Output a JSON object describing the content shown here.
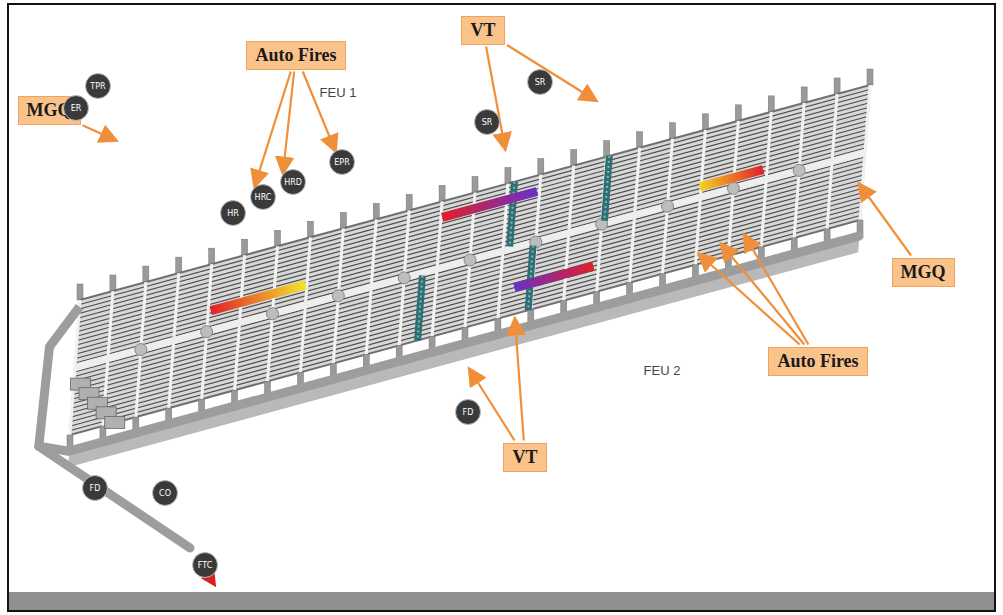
{
  "diagram": {
    "nodes": [
      {
        "text": [
          "VT"
        ]
      },
      {
        "text": [
          "Auto Fires"
        ]
      },
      {
        "text": [
          "MGQ"
        ]
      },
      {
        "text": [
          "MGQ"
        ]
      },
      {
        "text": [
          "Auto Fires"
        ]
      },
      {
        "text": [
          "VT"
        ]
      },
      {
        "text": [
          "TPR"
        ]
      },
      {
        "text": [
          "ER"
        ]
      },
      {
        "text": [
          "HR"
        ]
      },
      {
        "text": [
          "HRC"
        ]
      },
      {
        "text": [
          "HRD"
        ]
      },
      {
        "text": [
          "EPR"
        ]
      },
      {
        "text": [
          "SR"
        ]
      },
      {
        "text": [
          "SR"
        ]
      },
      {
        "text": [
          "FD"
        ]
      },
      {
        "text": [
          "FD"
        ]
      },
      {
        "text": [
          "CO"
        ]
      },
      {
        "text": [
          "FTC"
        ]
      }
    ],
    "labels": [
      "FEU 1",
      "FEU 2"
    ]
  }
}
